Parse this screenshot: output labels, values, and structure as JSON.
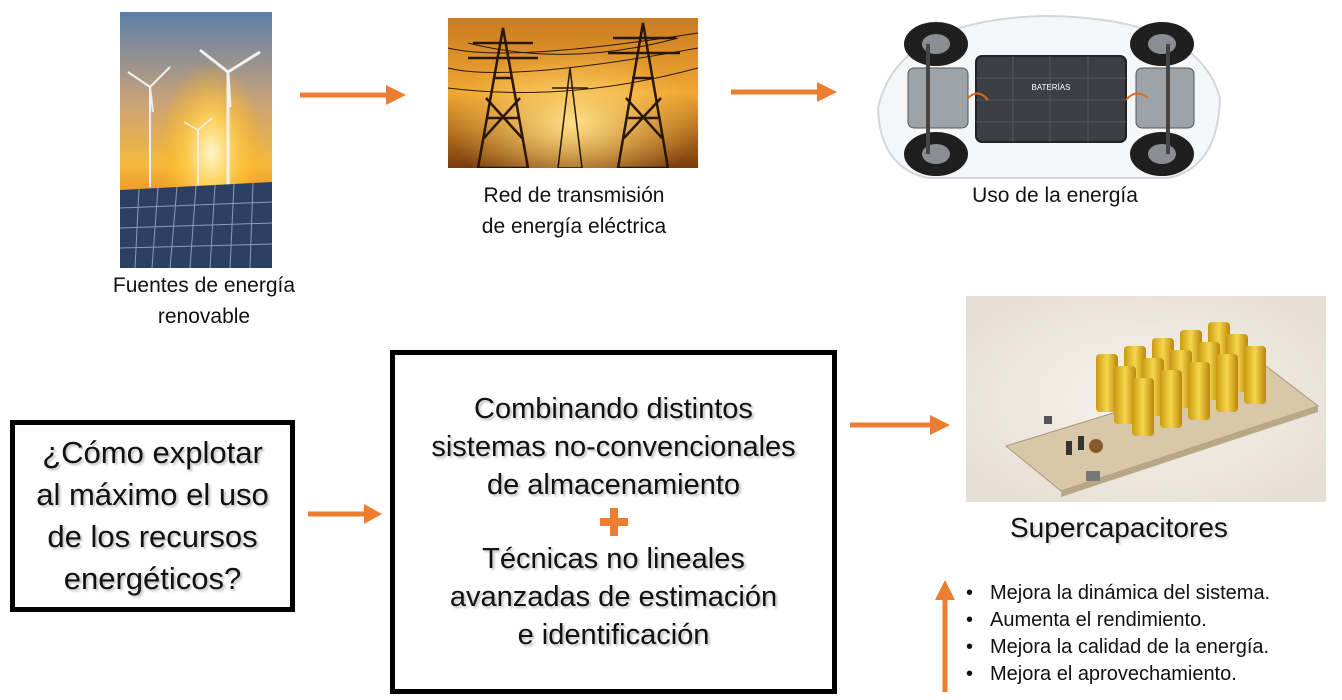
{
  "flow_top": {
    "source_caption": [
      "Fuentes de energía",
      "renovable"
    ],
    "grid_caption": [
      "Red de transmisión",
      "de energía eléctrica"
    ],
    "use_caption": "Uso de la energía",
    "battery_label": "BATERÍAS"
  },
  "question": [
    "¿Cómo explotar",
    "al máximo el uso",
    "de los recursos",
    "energéticos?"
  ],
  "approach": {
    "line1": [
      "Combinando distintos",
      "sistemas no-convencionales",
      "de almacenamiento"
    ],
    "plus": "+",
    "line2": [
      "Técnicas no lineales",
      "avanzadas de estimación",
      "e identificación"
    ]
  },
  "supercap": {
    "title": "Supercapacitores",
    "bullets": [
      "Mejora la dinámica del sistema.",
      "Aumenta el rendimiento.",
      "Mejora la calidad de la energía.",
      "Mejora el aprovechamiento."
    ]
  },
  "colors": {
    "arrow": "#ed7d31",
    "border": "#000000"
  }
}
